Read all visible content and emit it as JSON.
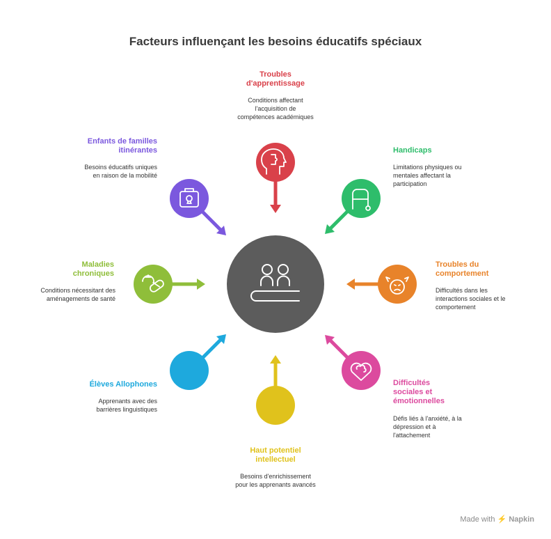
{
  "title": "Facteurs influençant les besoins éducatifs spéciaux",
  "center": {
    "color": "#5c5c5c",
    "icon": "people-reading-icon"
  },
  "factors": [
    {
      "id": "troubles-apprentissage",
      "title": "Troubles d'apprentissage",
      "description": "Conditions affectant l'acquisition de compétences académiques",
      "color": "#d9414a",
      "icon": "puzzle-head-icon"
    },
    {
      "id": "handicaps",
      "title": "Handicaps",
      "description": "Limitations physiques ou mentales affectant la participation",
      "color": "#2ebd6b",
      "icon": "walker-icon"
    },
    {
      "id": "troubles-comportement",
      "title": "Troubles du comportement",
      "description": "Difficultés dans les interactions sociales et le comportement",
      "color": "#e8832a",
      "icon": "upset-face-icon"
    },
    {
      "id": "difficultes-sociales",
      "title": "Difficultés sociales et émotionnelles",
      "description": "Défis liés à l'anxiété, à la dépression et à l'attachement",
      "color": "#dc4a9e",
      "icon": "heart-brain-icon"
    },
    {
      "id": "haut-potentiel",
      "title": "Haut potentiel intellectuel",
      "description": "Besoins d'enrichissement pour les apprenants avancés",
      "color": "#e0c21c",
      "icon": ""
    },
    {
      "id": "eleves-allophones",
      "title": "Élèves Allophones",
      "description": "Apprenants avec des barrières linguistiques",
      "color": "#1ea9dd",
      "icon": ""
    },
    {
      "id": "maladies-chroniques",
      "title": "Maladies chroniques",
      "description": "Conditions nécessitant des aménagements de santé",
      "color": "#8fbe3a",
      "icon": "pill-alert-icon"
    },
    {
      "id": "familles-itinerantes",
      "title": "Enfants de familles itinérantes",
      "description": "Besoins éducatifs uniques en raison de la mobilité",
      "color": "#7b58de",
      "icon": "travel-bag-icon"
    }
  ],
  "brand": {
    "prefix": "Made with",
    "name": "Napkin"
  }
}
